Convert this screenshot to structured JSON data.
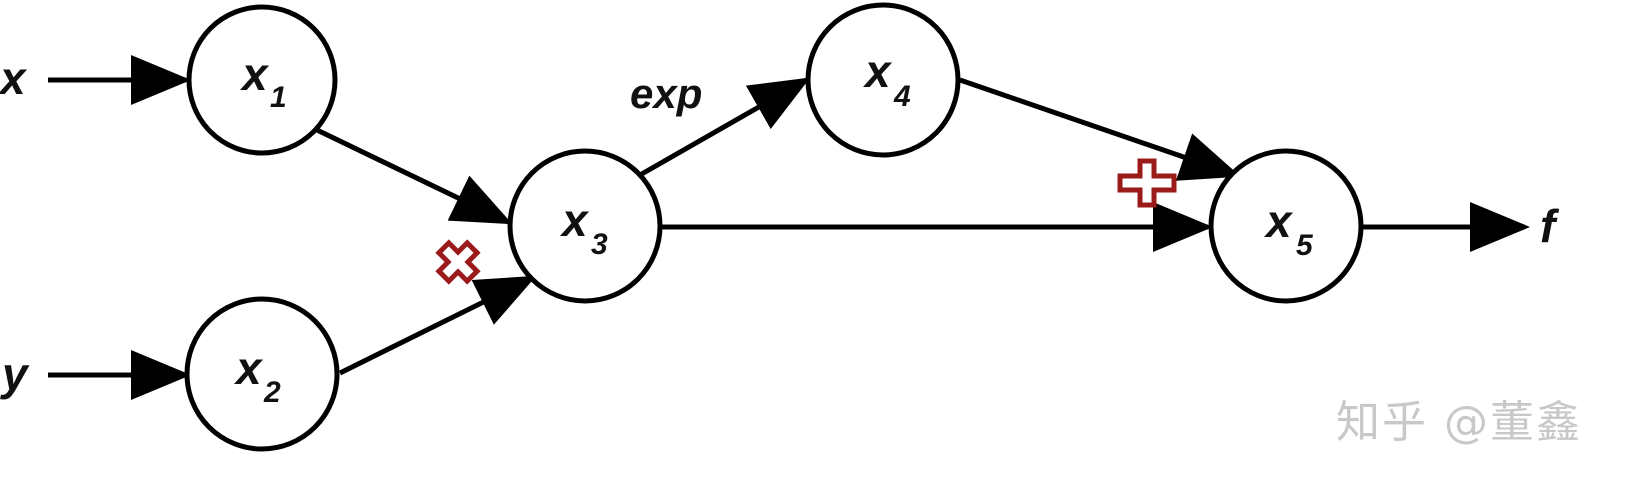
{
  "inputs": [
    {
      "id": "x",
      "label": "x"
    },
    {
      "id": "y",
      "label": "y"
    }
  ],
  "output": {
    "id": "f",
    "label": "f"
  },
  "nodes": [
    {
      "id": "x1",
      "base": "x",
      "sub": "1"
    },
    {
      "id": "x2",
      "base": "x",
      "sub": "2"
    },
    {
      "id": "x3",
      "base": "x",
      "sub": "3"
    },
    {
      "id": "x4",
      "base": "x",
      "sub": "4"
    },
    {
      "id": "x5",
      "base": "x",
      "sub": "5"
    }
  ],
  "edges": [
    {
      "from": "x",
      "to": "x1"
    },
    {
      "from": "y",
      "to": "x2"
    },
    {
      "from": "x1",
      "to": "x3"
    },
    {
      "from": "x2",
      "to": "x3"
    },
    {
      "from": "x3",
      "to": "x4",
      "label": "exp"
    },
    {
      "from": "x3",
      "to": "x5"
    },
    {
      "from": "x4",
      "to": "x5"
    },
    {
      "from": "x5",
      "to": "f"
    }
  ],
  "operations": [
    {
      "id": "multiply",
      "icon": "multiply-icon",
      "at_node": "x3",
      "color": "#9b1b1b"
    },
    {
      "id": "add",
      "icon": "plus-icon",
      "at_node": "x5",
      "color": "#9b1b1b"
    }
  ],
  "colors": {
    "stroke": "#000000",
    "text": "#111111",
    "operator": "#9b1b1b",
    "watermark": "#c8c8c8"
  },
  "watermark": "知乎 @董鑫"
}
